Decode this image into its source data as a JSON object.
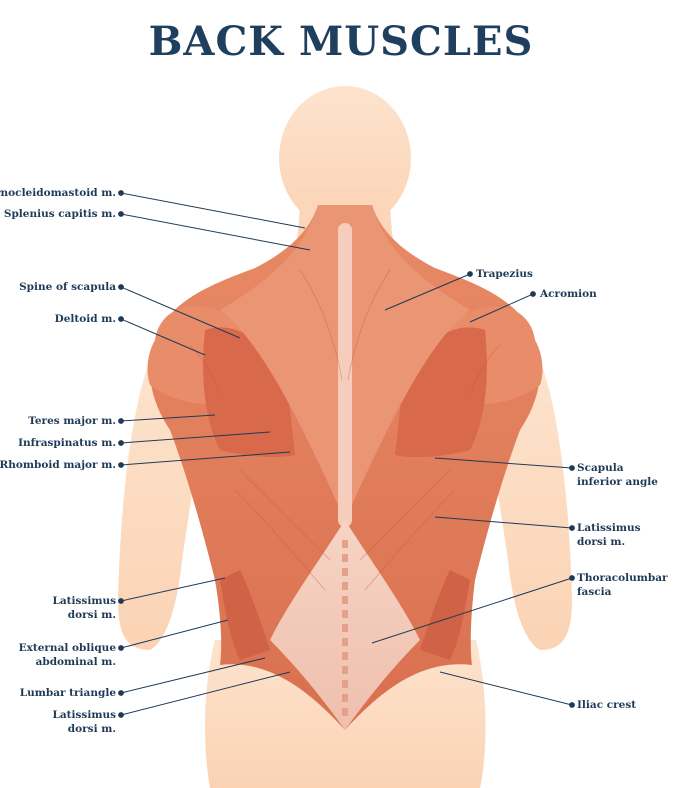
{
  "title": "BACK MUSCLES",
  "colors": {
    "title": "#1f3f5f",
    "label": "#1f3a57",
    "skin": "#fbd9bd",
    "muscle": "#e2805f",
    "muscle_dark": "#c85c3e",
    "fascia": "#f3c8b6"
  },
  "labels_left": [
    {
      "id": "sternocleidomastoid",
      "lines": [
        "Sternocleidomastoid m."
      ]
    },
    {
      "id": "splenius-capitis",
      "lines": [
        "Splenius capitis m."
      ]
    },
    {
      "id": "spine-of-scapula",
      "lines": [
        "Spine of scapula"
      ]
    },
    {
      "id": "deltoid",
      "lines": [
        "Deltoid m."
      ]
    },
    {
      "id": "teres-major",
      "lines": [
        "Teres major m."
      ]
    },
    {
      "id": "infraspinatus",
      "lines": [
        "Infraspinatus m."
      ]
    },
    {
      "id": "rhomboid-major",
      "lines": [
        "Rhomboid major m."
      ]
    },
    {
      "id": "latissimus-dorsi-left-upper",
      "lines": [
        "Latissimus",
        "dorsi m."
      ]
    },
    {
      "id": "external-oblique",
      "lines": [
        "External oblique",
        "abdominal m."
      ]
    },
    {
      "id": "lumbar-triangle",
      "lines": [
        "Lumbar triangle"
      ]
    },
    {
      "id": "latissimus-dorsi-left-lower",
      "lines": [
        "Latissimus",
        "dorsi m."
      ]
    }
  ],
  "labels_right": [
    {
      "id": "trapezius",
      "lines": [
        "Trapezius"
      ]
    },
    {
      "id": "acromion",
      "lines": [
        "Acromion"
      ]
    },
    {
      "id": "scapula-inferior-angle",
      "lines": [
        "Scapula",
        "inferior angle"
      ]
    },
    {
      "id": "latissimus-dorsi-right",
      "lines": [
        "Latissimus",
        "dorsi m."
      ]
    },
    {
      "id": "thoracolumbar-fascia",
      "lines": [
        "Thoracolumbar",
        "fascia"
      ]
    },
    {
      "id": "iliac-crest",
      "lines": [
        "Iliac crest"
      ]
    }
  ]
}
